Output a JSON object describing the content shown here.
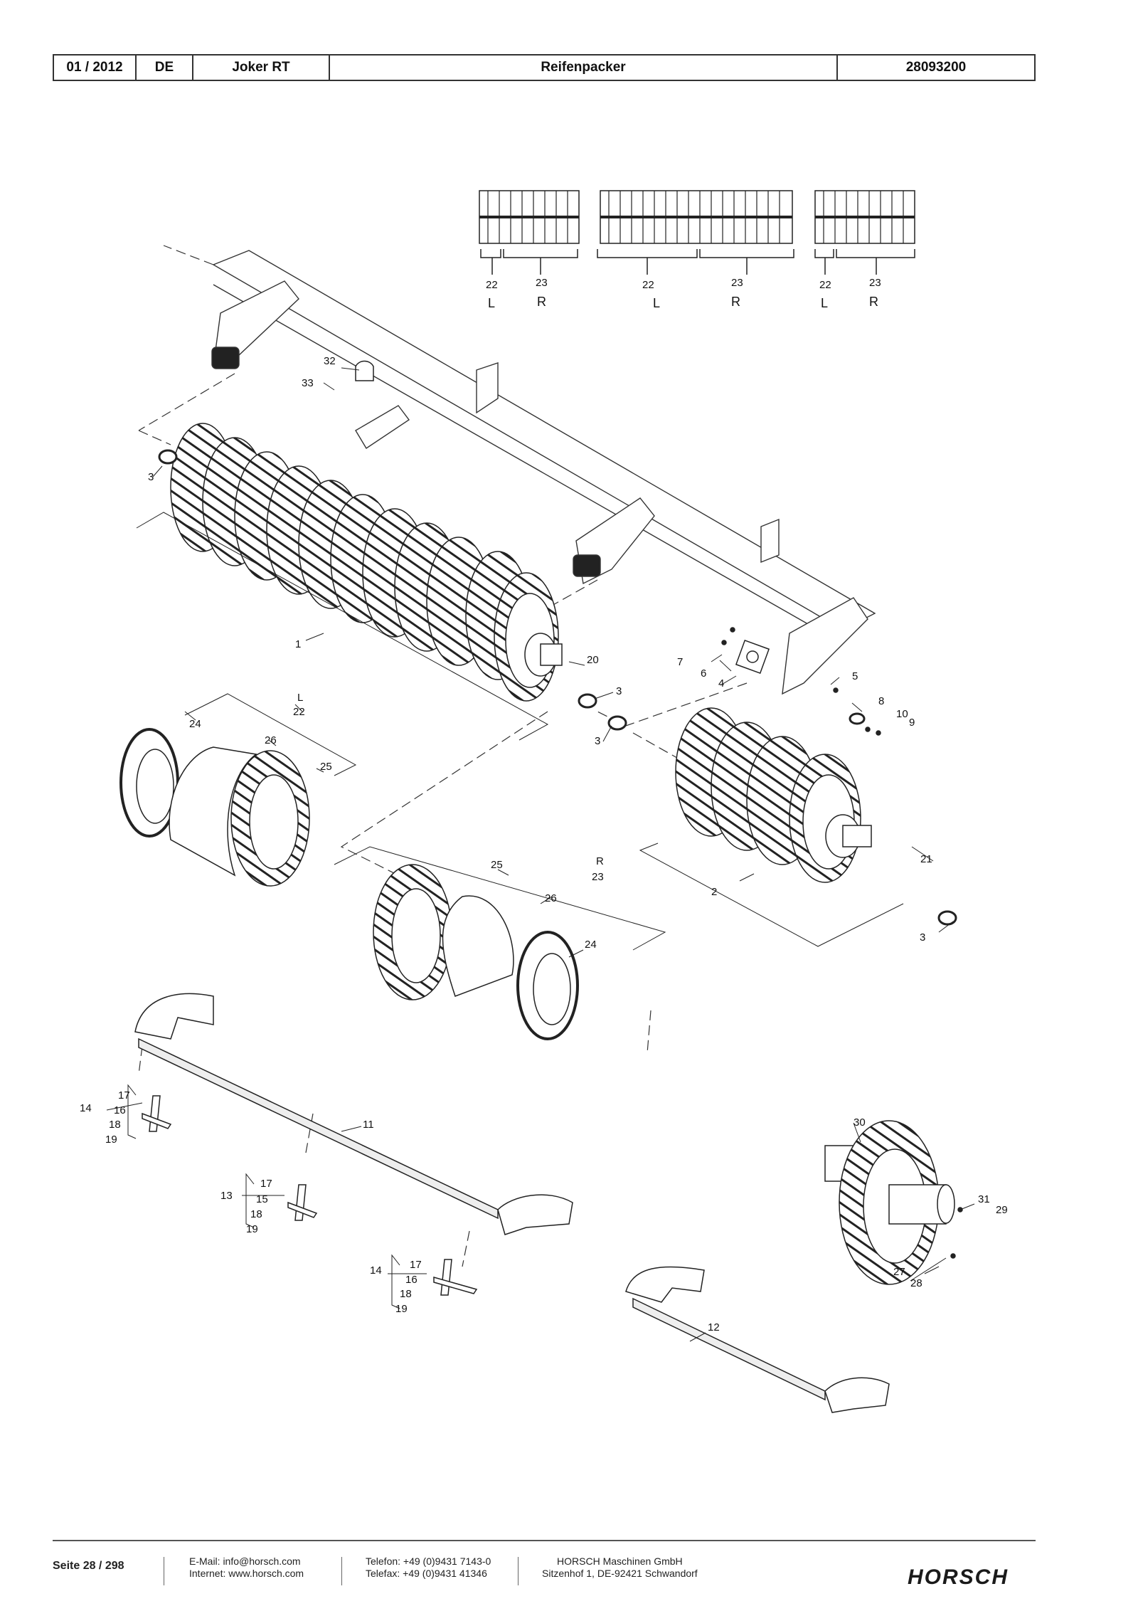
{
  "header": {
    "date": "01 / 2012",
    "lang": "DE",
    "model": "Joker RT",
    "title": "Reifenpacker",
    "part_no": "28093200"
  },
  "callouts": {
    "n1": "1",
    "n2": "2",
    "n3": "3",
    "n4": "4",
    "n5": "5",
    "n6": "6",
    "n7": "7",
    "n8": "8",
    "n9": "9",
    "n10": "10",
    "n11": "11",
    "n12": "12",
    "n13": "13",
    "n14": "14",
    "n15": "15",
    "n16": "16",
    "n17": "17",
    "n18": "18",
    "n19": "19",
    "n20": "20",
    "n21": "21",
    "n22": "22",
    "n23": "23",
    "n24": "24",
    "n25": "25",
    "n26": "26",
    "n27": "27",
    "n28": "28",
    "n29": "29",
    "n30": "30",
    "n31": "31",
    "n32": "32",
    "n33": "33",
    "L": "L",
    "R": "R"
  },
  "footer": {
    "page": "Seite 28 / 298",
    "email": "E-Mail: info@horsch.com",
    "internet": "Internet: www.horsch.com",
    "phone": "Telefon: +49 (0)9431 7143-0",
    "fax": "Telefax: +49 (0)9431 41346",
    "company": "HORSCH Maschinen GmbH",
    "address": "Sitzenhof 1, DE-92421 Schwandorf",
    "logo": "HORSCH"
  }
}
